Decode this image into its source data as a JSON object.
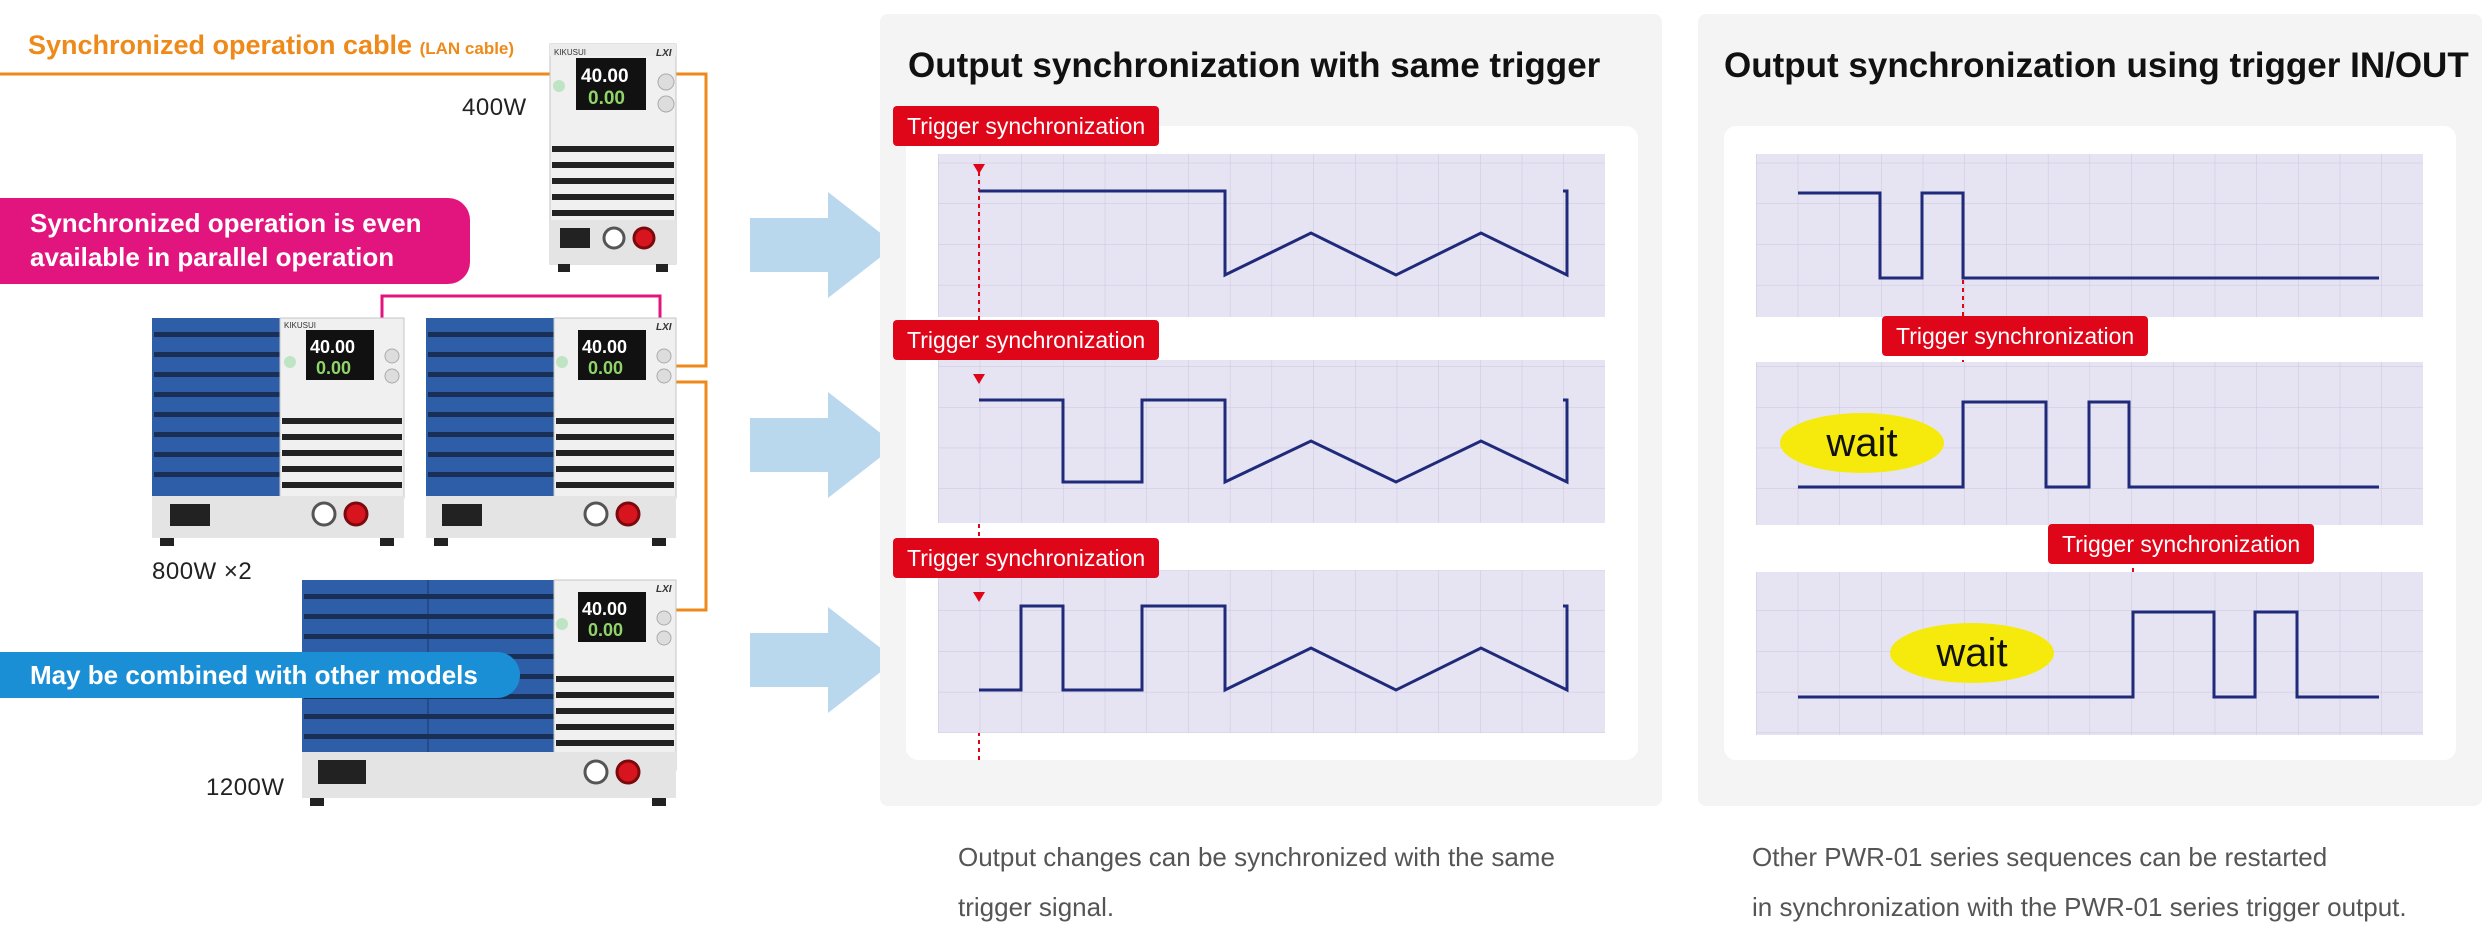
{
  "cable": {
    "title": "Synchronized operation cable",
    "note": "(LAN cable)"
  },
  "units": {
    "w400": "400W",
    "w800": "800W ×2",
    "w1200": "1200W",
    "display_v": "40.00",
    "display_a": "0.00",
    "brand": "KIKUSUI",
    "lxi": "LXI"
  },
  "callouts": {
    "parallel_line1": "Synchronized operation is even",
    "parallel_line2": "available in parallel operation",
    "combined": "May be combined with other models"
  },
  "panel_same": {
    "title": "Output synchronization with same trigger",
    "trigger_labels": [
      "Trigger synchronization",
      "Trigger synchronization",
      "Trigger synchronization"
    ],
    "description_line1": "Output changes can be synchronized with the same",
    "description_line2": "trigger signal."
  },
  "panel_inout": {
    "title": "Output synchronization using trigger IN/OUT",
    "trigger_labels": [
      "Trigger synchronization",
      "Trigger synchronization"
    ],
    "wait_labels": [
      "wait",
      "wait"
    ],
    "description_line1": "Other PWR-01 series sequences can be restarted",
    "description_line2": "in synchronization with the PWR-01 series trigger output."
  },
  "colors": {
    "cable": "#ee8a1a",
    "pink": "#e2157f",
    "blue": "#1a8fd6",
    "trigger": "#e0061a",
    "wave": "#1f2a7a",
    "plot_bg": "#e6e4f2",
    "arrow": "#b9d8ee",
    "wait": "#f5ea0c"
  }
}
